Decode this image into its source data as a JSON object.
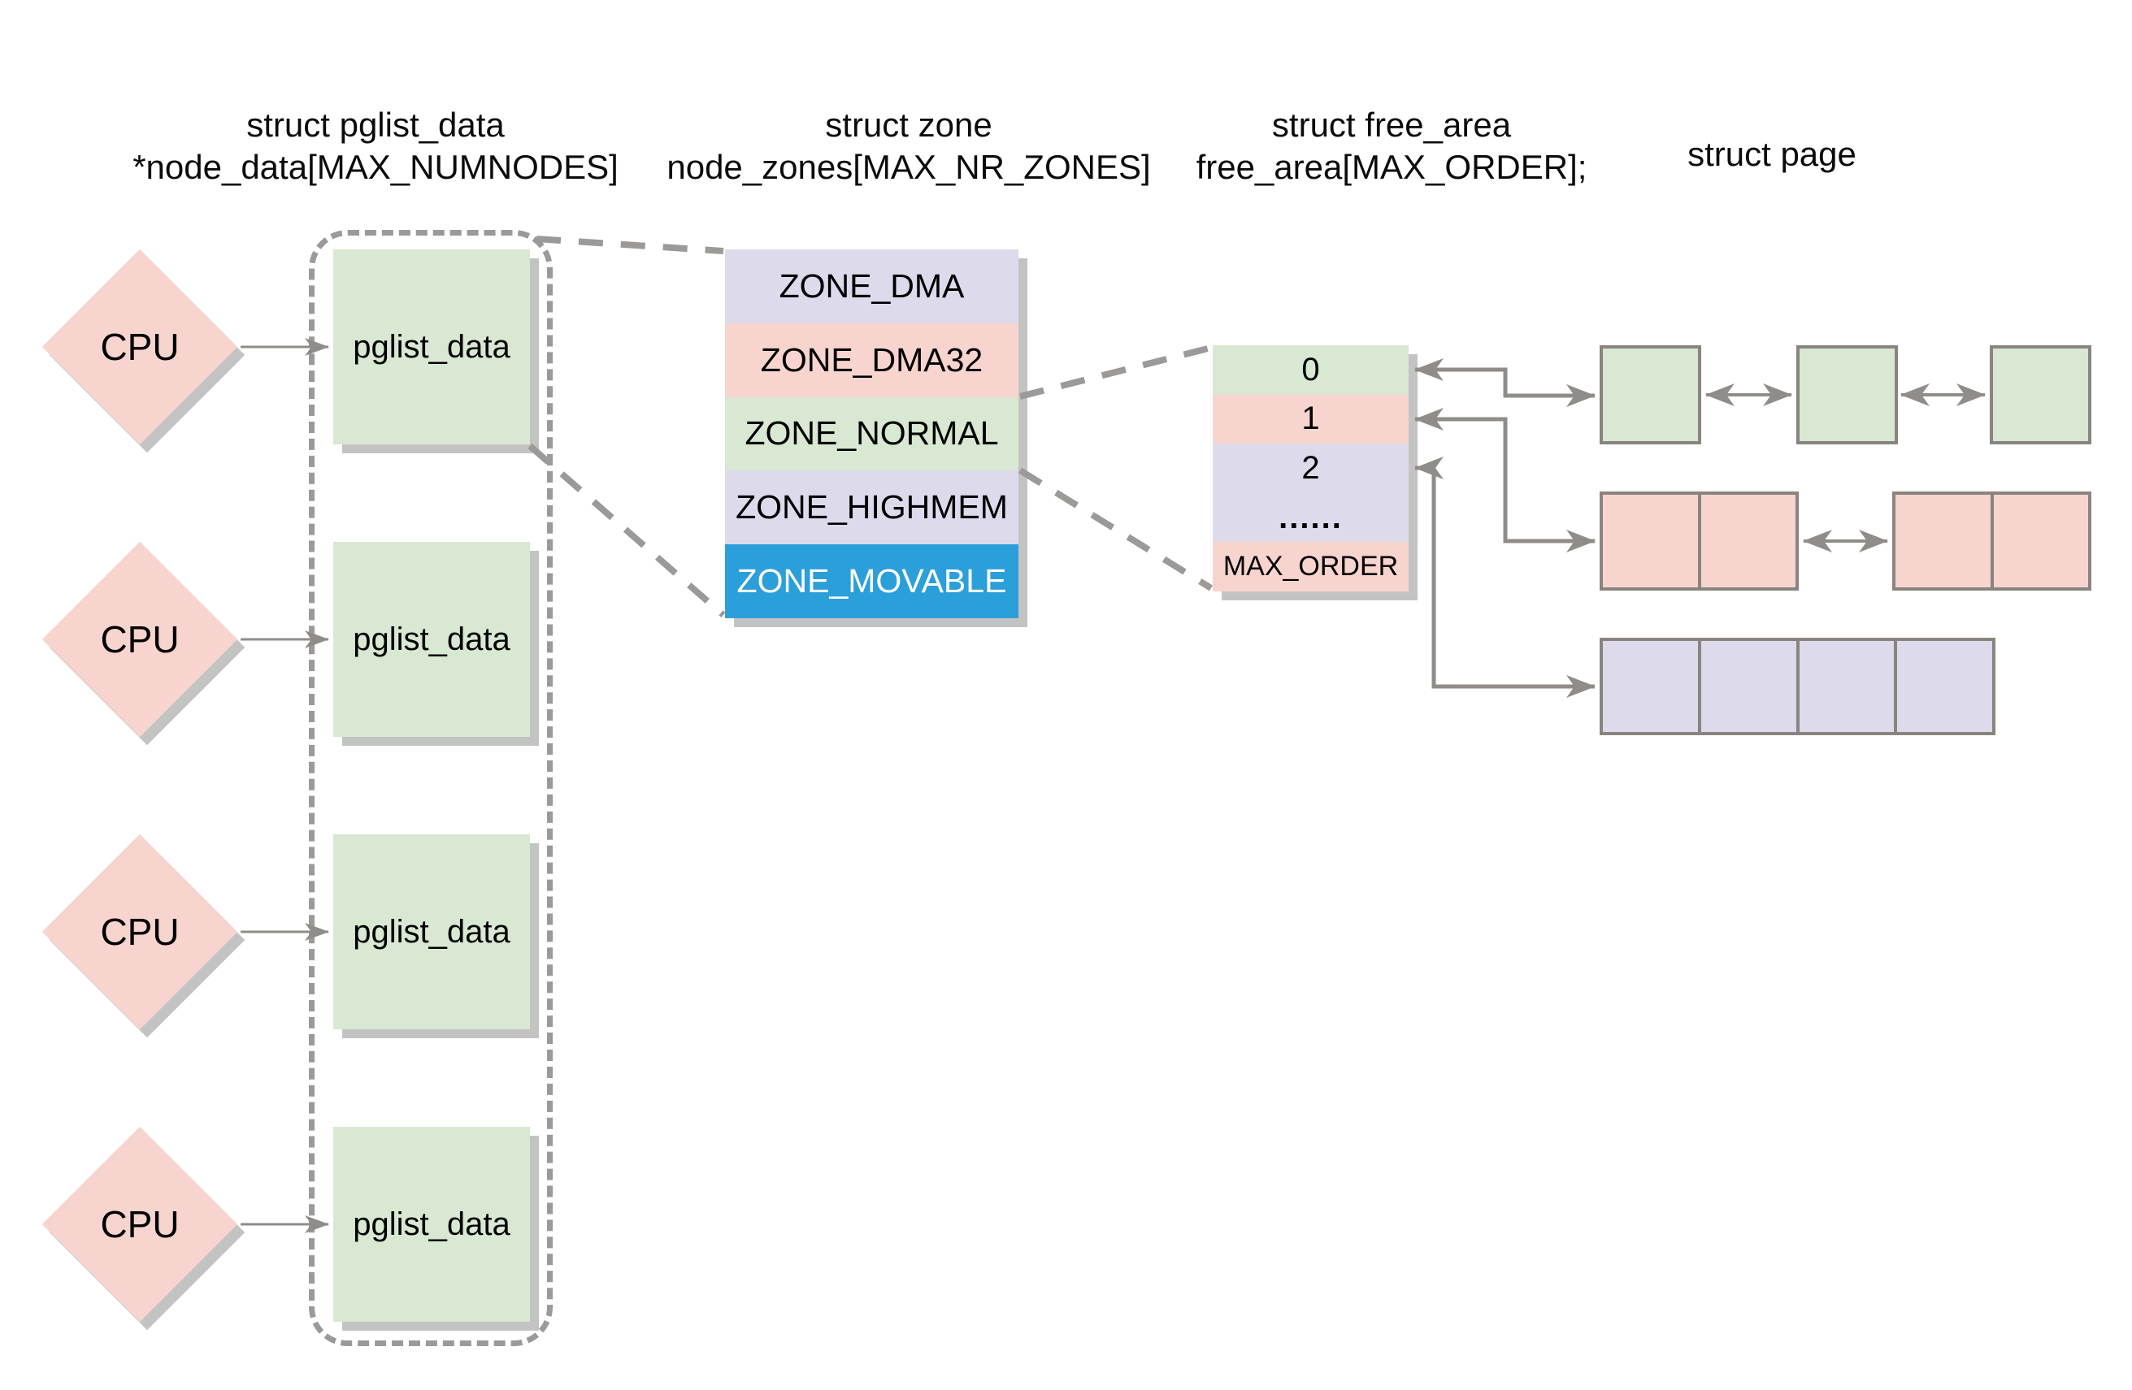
{
  "colors": {
    "pink": "#f7d5ce",
    "green": "#d8e8d3",
    "lavender": "#dcdaeb",
    "blue": "#2b9fd9",
    "shadow": "#c3c3c3",
    "connector": "#8f8c89",
    "dashed": "#9c9a98",
    "page_border": "#8a847f",
    "text": "#000000",
    "zone_movable_text": "#ffffff"
  },
  "headers": {
    "pglist": {
      "line1": "struct pglist_data",
      "line2": "*node_data[MAX_NUMNODES]"
    },
    "zone": {
      "line1": "struct zone",
      "line2": "node_zones[MAX_NR_ZONES]"
    },
    "free_area": {
      "line1": "struct free_area",
      "line2": "free_area[MAX_ORDER];"
    },
    "page": {
      "line1": "struct page"
    }
  },
  "cpus": [
    {
      "label": "CPU"
    },
    {
      "label": "CPU"
    },
    {
      "label": "CPU"
    },
    {
      "label": "CPU"
    }
  ],
  "pglist_nodes": [
    {
      "label": "pglist_data"
    },
    {
      "label": "pglist_data"
    },
    {
      "label": "pglist_data"
    },
    {
      "label": "pglist_data"
    }
  ],
  "zones": [
    {
      "label": "ZONE_DMA",
      "color": "#dcdaeb",
      "text_color": "#000000"
    },
    {
      "label": "ZONE_DMA32",
      "color": "#f7d5ce",
      "text_color": "#000000"
    },
    {
      "label": "ZONE_NORMAL",
      "color": "#d8e8d3",
      "text_color": "#000000"
    },
    {
      "label": "ZONE_HIGHMEM",
      "color": "#dcdaeb",
      "text_color": "#000000"
    },
    {
      "label": "ZONE_MOVABLE",
      "color": "#2b9fd9",
      "text_color": "#ffffff"
    }
  ],
  "free_area_rows": [
    {
      "label": "0",
      "color": "#d8e8d3"
    },
    {
      "label": "1",
      "color": "#f7d5ce"
    },
    {
      "label": "2",
      "color": "#dcdaeb"
    },
    {
      "label": "......",
      "color": "#dcdaeb"
    },
    {
      "label": "MAX_ORDER",
      "color": "#f7d5ce"
    }
  ],
  "page_lists": [
    {
      "order": "0",
      "color": "#d8e8d3",
      "blocks": 3,
      "pages_per_block": 1
    },
    {
      "order": "1",
      "color": "#f7d5ce",
      "blocks": 2,
      "pages_per_block": 2
    },
    {
      "order": "2",
      "color": "#dcdaeb",
      "blocks": 1,
      "pages_per_block": 4
    }
  ]
}
